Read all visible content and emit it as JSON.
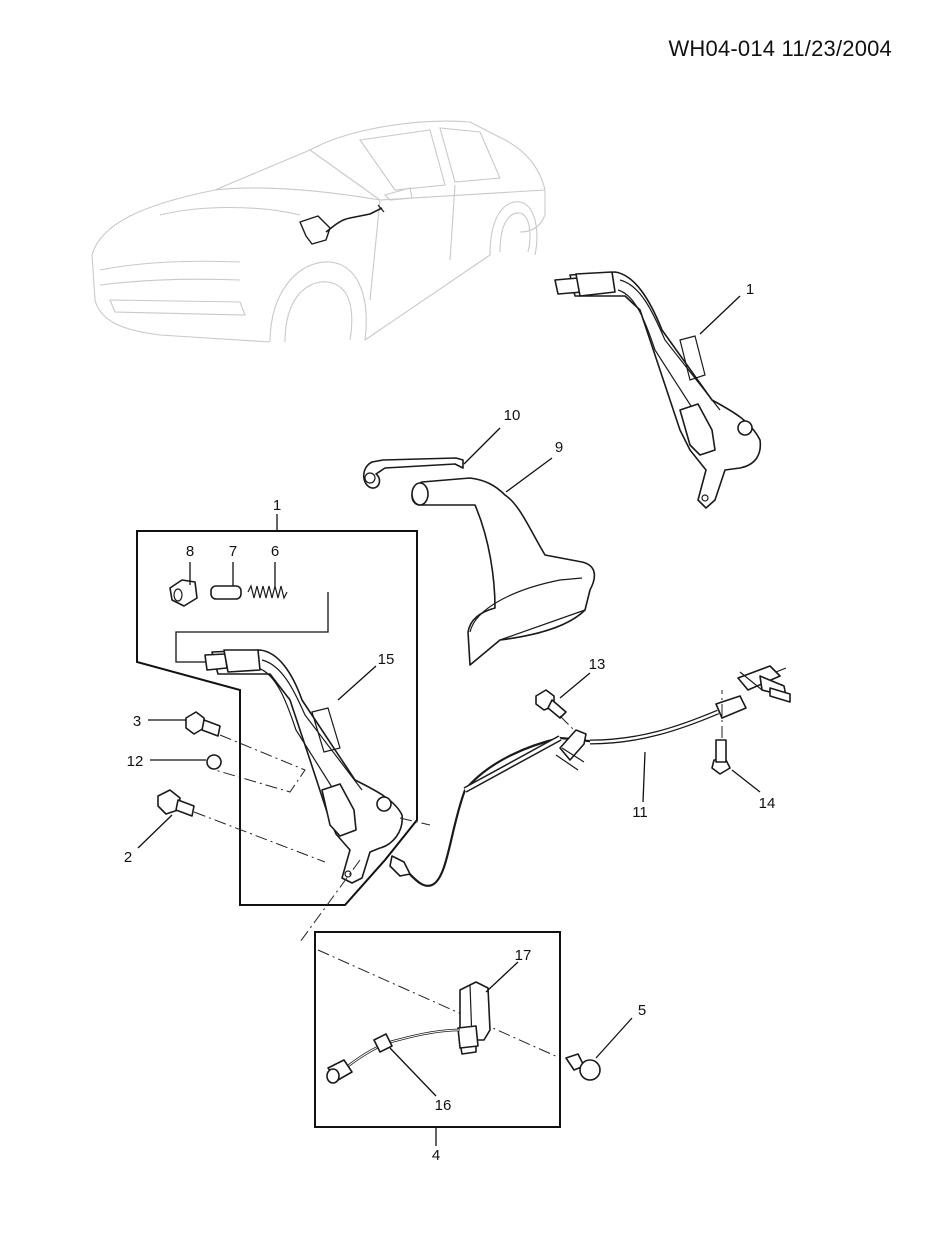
{
  "header": {
    "drawing_id": "WH04-014 11/23/2004"
  },
  "callouts": {
    "c1_top": "1",
    "c1_box": "1",
    "c2": "2",
    "c3": "3",
    "c4": "4",
    "c5": "5",
    "c6": "6",
    "c7": "7",
    "c8": "8",
    "c9": "9",
    "c10": "10",
    "c11": "11",
    "c12": "12",
    "c13": "13",
    "c14": "14",
    "c15": "15",
    "c16": "16",
    "c17": "17"
  }
}
